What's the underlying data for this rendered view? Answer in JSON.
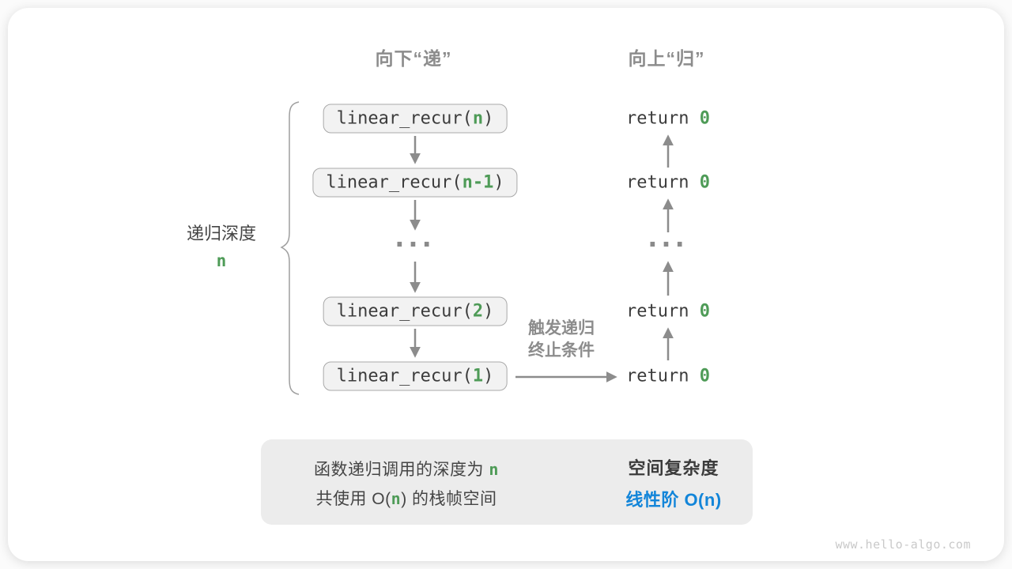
{
  "figure": {
    "headers": {
      "descend": "向下“递”",
      "ascend": "向上“归”"
    },
    "depth": {
      "label": "递归深度",
      "value": "n"
    },
    "calls": [
      {
        "prefix": "linear_recur(",
        "arg": "n",
        "suffix": ")"
      },
      {
        "prefix": "linear_recur(",
        "arg": "n-1",
        "suffix": ")"
      },
      {
        "prefix": "linear_recur(",
        "arg": "2",
        "suffix": ")"
      },
      {
        "prefix": "linear_recur(",
        "arg": "1",
        "suffix": ")"
      }
    ],
    "returns": [
      {
        "keyword": "return ",
        "value": "0"
      },
      {
        "keyword": "return ",
        "value": "0"
      },
      {
        "keyword": "return ",
        "value": "0"
      },
      {
        "keyword": "return ",
        "value": "0"
      }
    ],
    "ellipsis": "···",
    "terminate": {
      "line1": "触发递归",
      "line2": "终止条件"
    },
    "summary": {
      "line1_text": "函数递归调用的深度为 ",
      "line1_value": "n",
      "line2_prefix": "共使用 O(",
      "line2_value": "n",
      "line2_suffix": ") 的栈帧空间",
      "result_title": "空间复杂度",
      "result_value": "线性阶 O(n)"
    },
    "watermark": "www.hello-algo.com",
    "colors": {
      "green": "#4e9b57",
      "blue": "#1285d9",
      "gray_text": "#8c8c8c",
      "code_text": "#3c3c3c",
      "arrow": "#8c8c8c",
      "box_fill": "#f2f2f2",
      "box_border": "#a9a9a9",
      "summary_bg": "#ececec"
    }
  }
}
